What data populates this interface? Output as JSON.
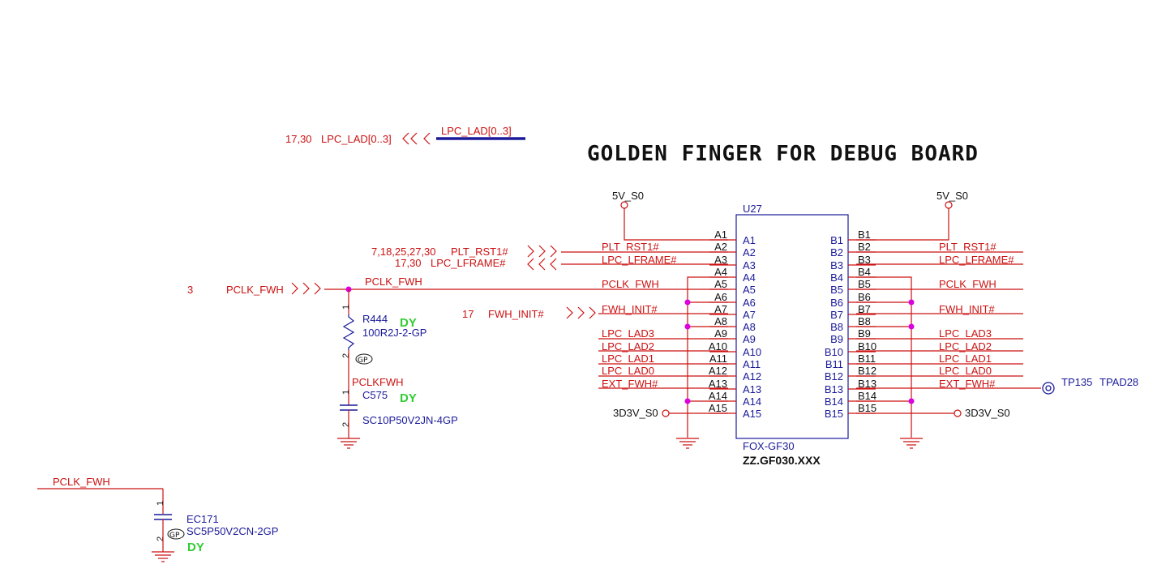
{
  "title": "GOLDEN FINGER FOR DEBUG BOARD",
  "bus": {
    "pages": "17,30",
    "name": "LPC_LAD[0..3]",
    "wire_label": "LPC_LAD[0..3]"
  },
  "connector": {
    "ref": "U27",
    "type": "FOX-GF30",
    "part_number": "ZZ.GF030.XXX",
    "pins_a": [
      "A1",
      "A2",
      "A3",
      "A4",
      "A5",
      "A6",
      "A7",
      "A8",
      "A9",
      "A10",
      "A11",
      "A12",
      "A13",
      "A14",
      "A15"
    ],
    "pins_b": [
      "B1",
      "B2",
      "B3",
      "B4",
      "B5",
      "B6",
      "B7",
      "B8",
      "B9",
      "B10",
      "B11",
      "B12",
      "B13",
      "B14",
      "B15"
    ],
    "nets_a": [
      "",
      "PLT_RST1#",
      "LPC_LFRAME#",
      "",
      "PCLK_FWH",
      "",
      "FWH_INIT#",
      "",
      "LPC_LAD3",
      "LPC_LAD2",
      "LPC_LAD1",
      "LPC_LAD0",
      "EXT_FWH#",
      "",
      ""
    ],
    "nets_b": [
      "",
      "PLT_RST1#",
      "LPC_LFRAME#",
      "",
      "PCLK_FWH",
      "",
      "FWH_INIT#",
      "",
      "LPC_LAD3",
      "LPC_LAD2",
      "LPC_LAD1",
      "LPC_LAD0",
      "EXT_FWH#",
      "",
      ""
    ]
  },
  "power": {
    "left_5v": "5V_S0",
    "right_5v": "5V_S0",
    "left_3v3": "3D3V_S0",
    "right_3v3": "3D3V_S0"
  },
  "offpage": {
    "plt_pages": "7,18,25,27,30",
    "plt_name": "PLT_RST1#",
    "lframe_pages": "17,30",
    "lframe_name": "LPC_LFRAME#",
    "pclk_pages": "3",
    "pclk_name": "PCLK_FWH",
    "init_pages": "17",
    "init_name": "FWH_INIT#"
  },
  "pclk_net_label": "PCLK_FWH",
  "r444": {
    "ref": "R444",
    "value": "100R2J-2-GP",
    "pin1": "1",
    "pin2": "2",
    "dy": "DY"
  },
  "c575": {
    "net": "PCLKFWH",
    "ref": "C575",
    "value": "SC10P50V2JN-4GP",
    "pin1": "1",
    "pin2": "2",
    "dy": "DY"
  },
  "ec171": {
    "net": "PCLK_FWH",
    "ref": "EC171",
    "value": "SC5P50V2CN-2GP",
    "pin1": "1",
    "pin2": "2",
    "dy": "DY"
  },
  "testpoint": {
    "ref": "TP135",
    "type": "TPAD28"
  },
  "colors": {
    "wire": "#cc1111",
    "component": "#1a1a9a",
    "junction": "#dd00dd",
    "dy": "#33cc33"
  }
}
